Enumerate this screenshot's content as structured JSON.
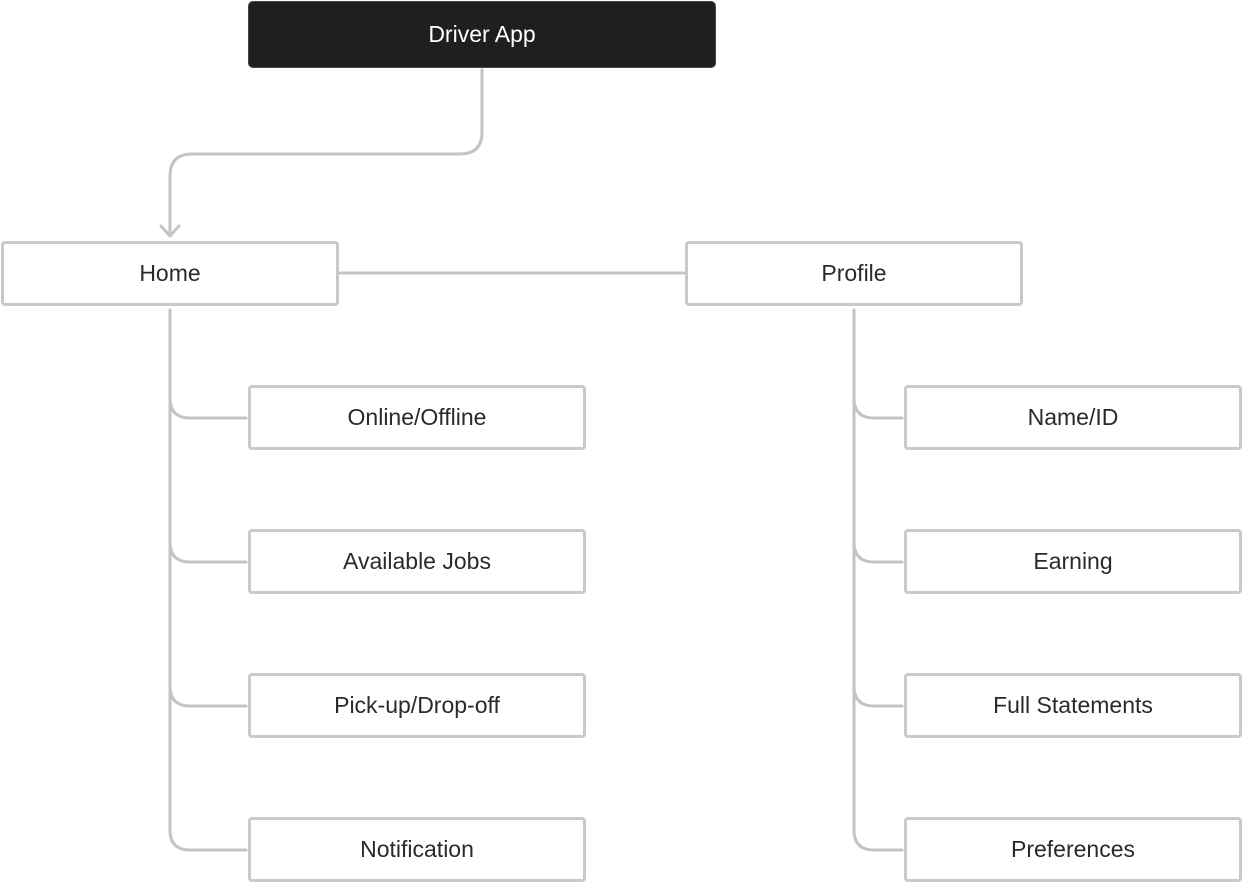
{
  "diagram": {
    "root": {
      "label": "Driver App"
    },
    "sections": [
      {
        "label": "Home",
        "children": [
          "Online/Offline",
          "Available Jobs",
          "Pick-up/Drop-off",
          "Notification"
        ]
      },
      {
        "label": "Profile",
        "children": [
          "Name/ID",
          "Earning",
          "Full Statements",
          "Preferences"
        ]
      }
    ]
  },
  "colors": {
    "root_fill": "#1f1f1f",
    "root_text": "#ffffff",
    "node_border": "#c9c9c9",
    "node_text": "#2a2a2a",
    "connector": "#c4c4c4"
  }
}
